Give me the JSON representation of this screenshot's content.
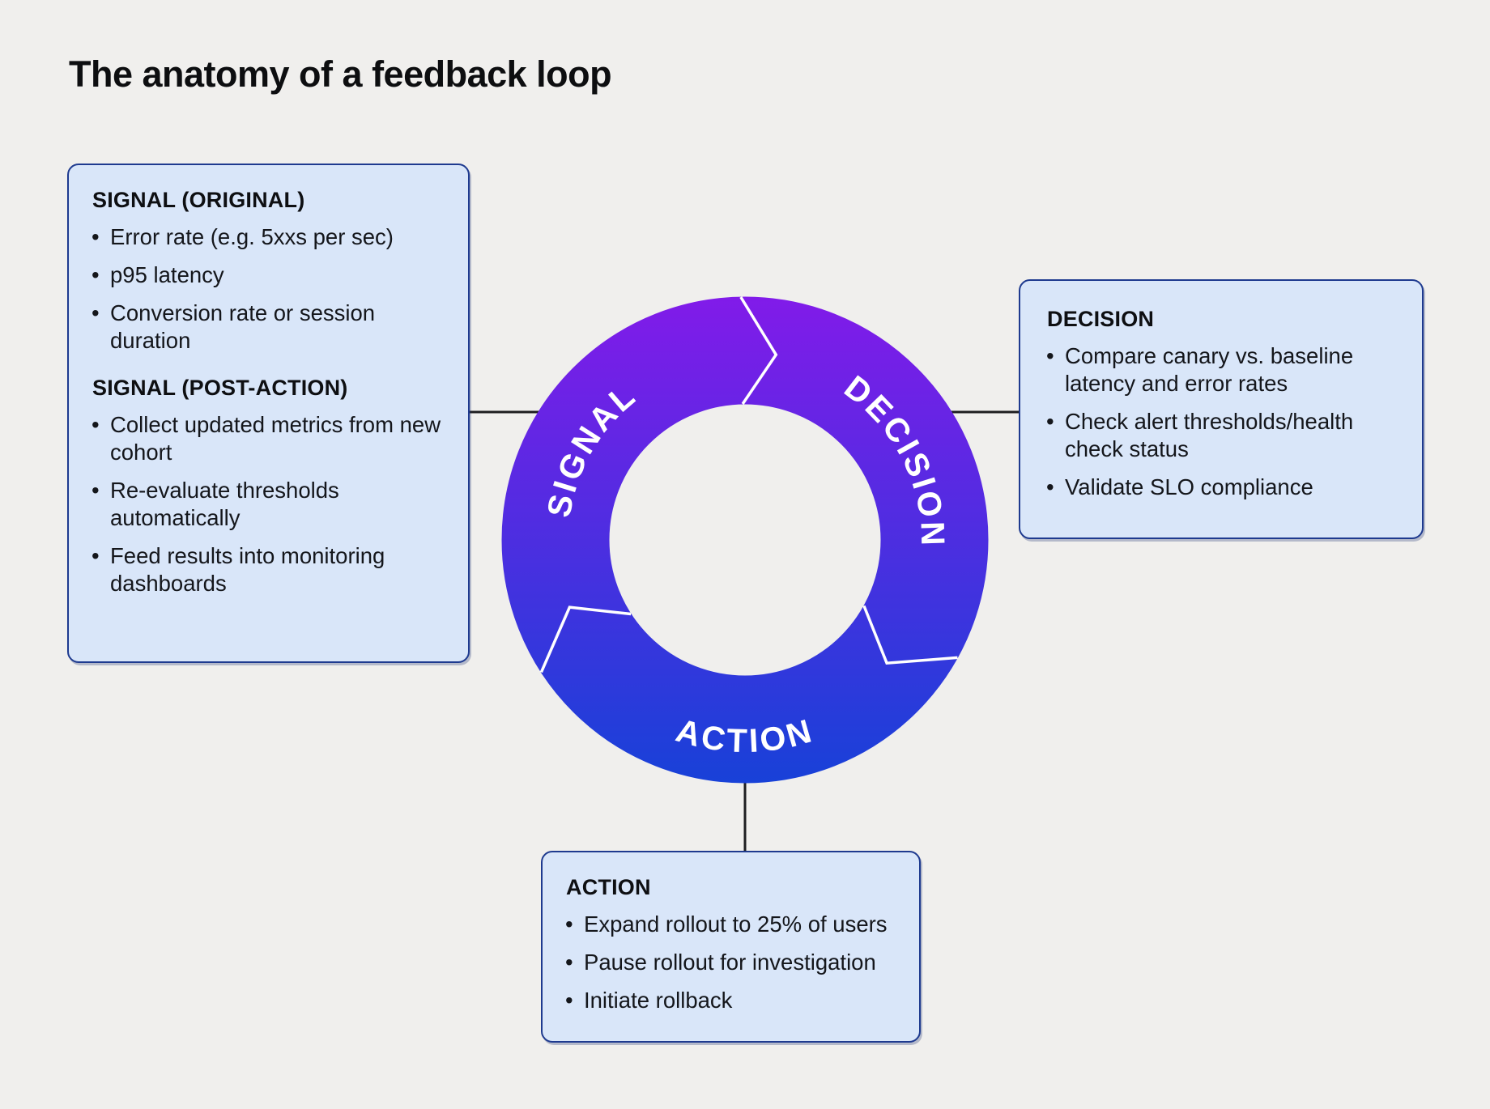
{
  "title": "The anatomy of a feedback loop",
  "colors": {
    "background": "#f0efed",
    "box_fill": "#d9e6f9",
    "box_border": "#1e3a8f",
    "connector_line": "#1e1e20",
    "ring_gradient_top": "#811be9",
    "ring_gradient_bottom": "#1841d8",
    "segment_divider": "#ffffff",
    "segment_label_text": "#ffffff",
    "body_text": "#14161b"
  },
  "diagram": {
    "type": "cycle-donut",
    "flow_direction": "clockwise",
    "segments": [
      {
        "label": "SIGNAL"
      },
      {
        "label": "DECISION"
      },
      {
        "label": "ACTION"
      }
    ]
  },
  "boxes": {
    "signal": {
      "sections": [
        {
          "heading": "SIGNAL (ORIGINAL)",
          "items": [
            "Error rate (e.g. 5xxs per sec)",
            "p95 latency",
            "Conversion rate or session duration"
          ]
        },
        {
          "heading": "SIGNAL (POST-ACTION)",
          "items": [
            "Collect updated metrics from new cohort",
            "Re-evaluate thresholds automatically",
            "Feed results into monitoring dashboards"
          ]
        }
      ]
    },
    "decision": {
      "heading": "DECISION",
      "items": [
        "Compare canary vs. baseline latency and error rates",
        "Check alert thresholds/​health check status",
        "Validate SLO compliance"
      ]
    },
    "action": {
      "heading": "ACTION",
      "items": [
        "Expand rollout to 25% of users",
        "Pause rollout for investigation",
        "Initiate rollback"
      ]
    }
  }
}
